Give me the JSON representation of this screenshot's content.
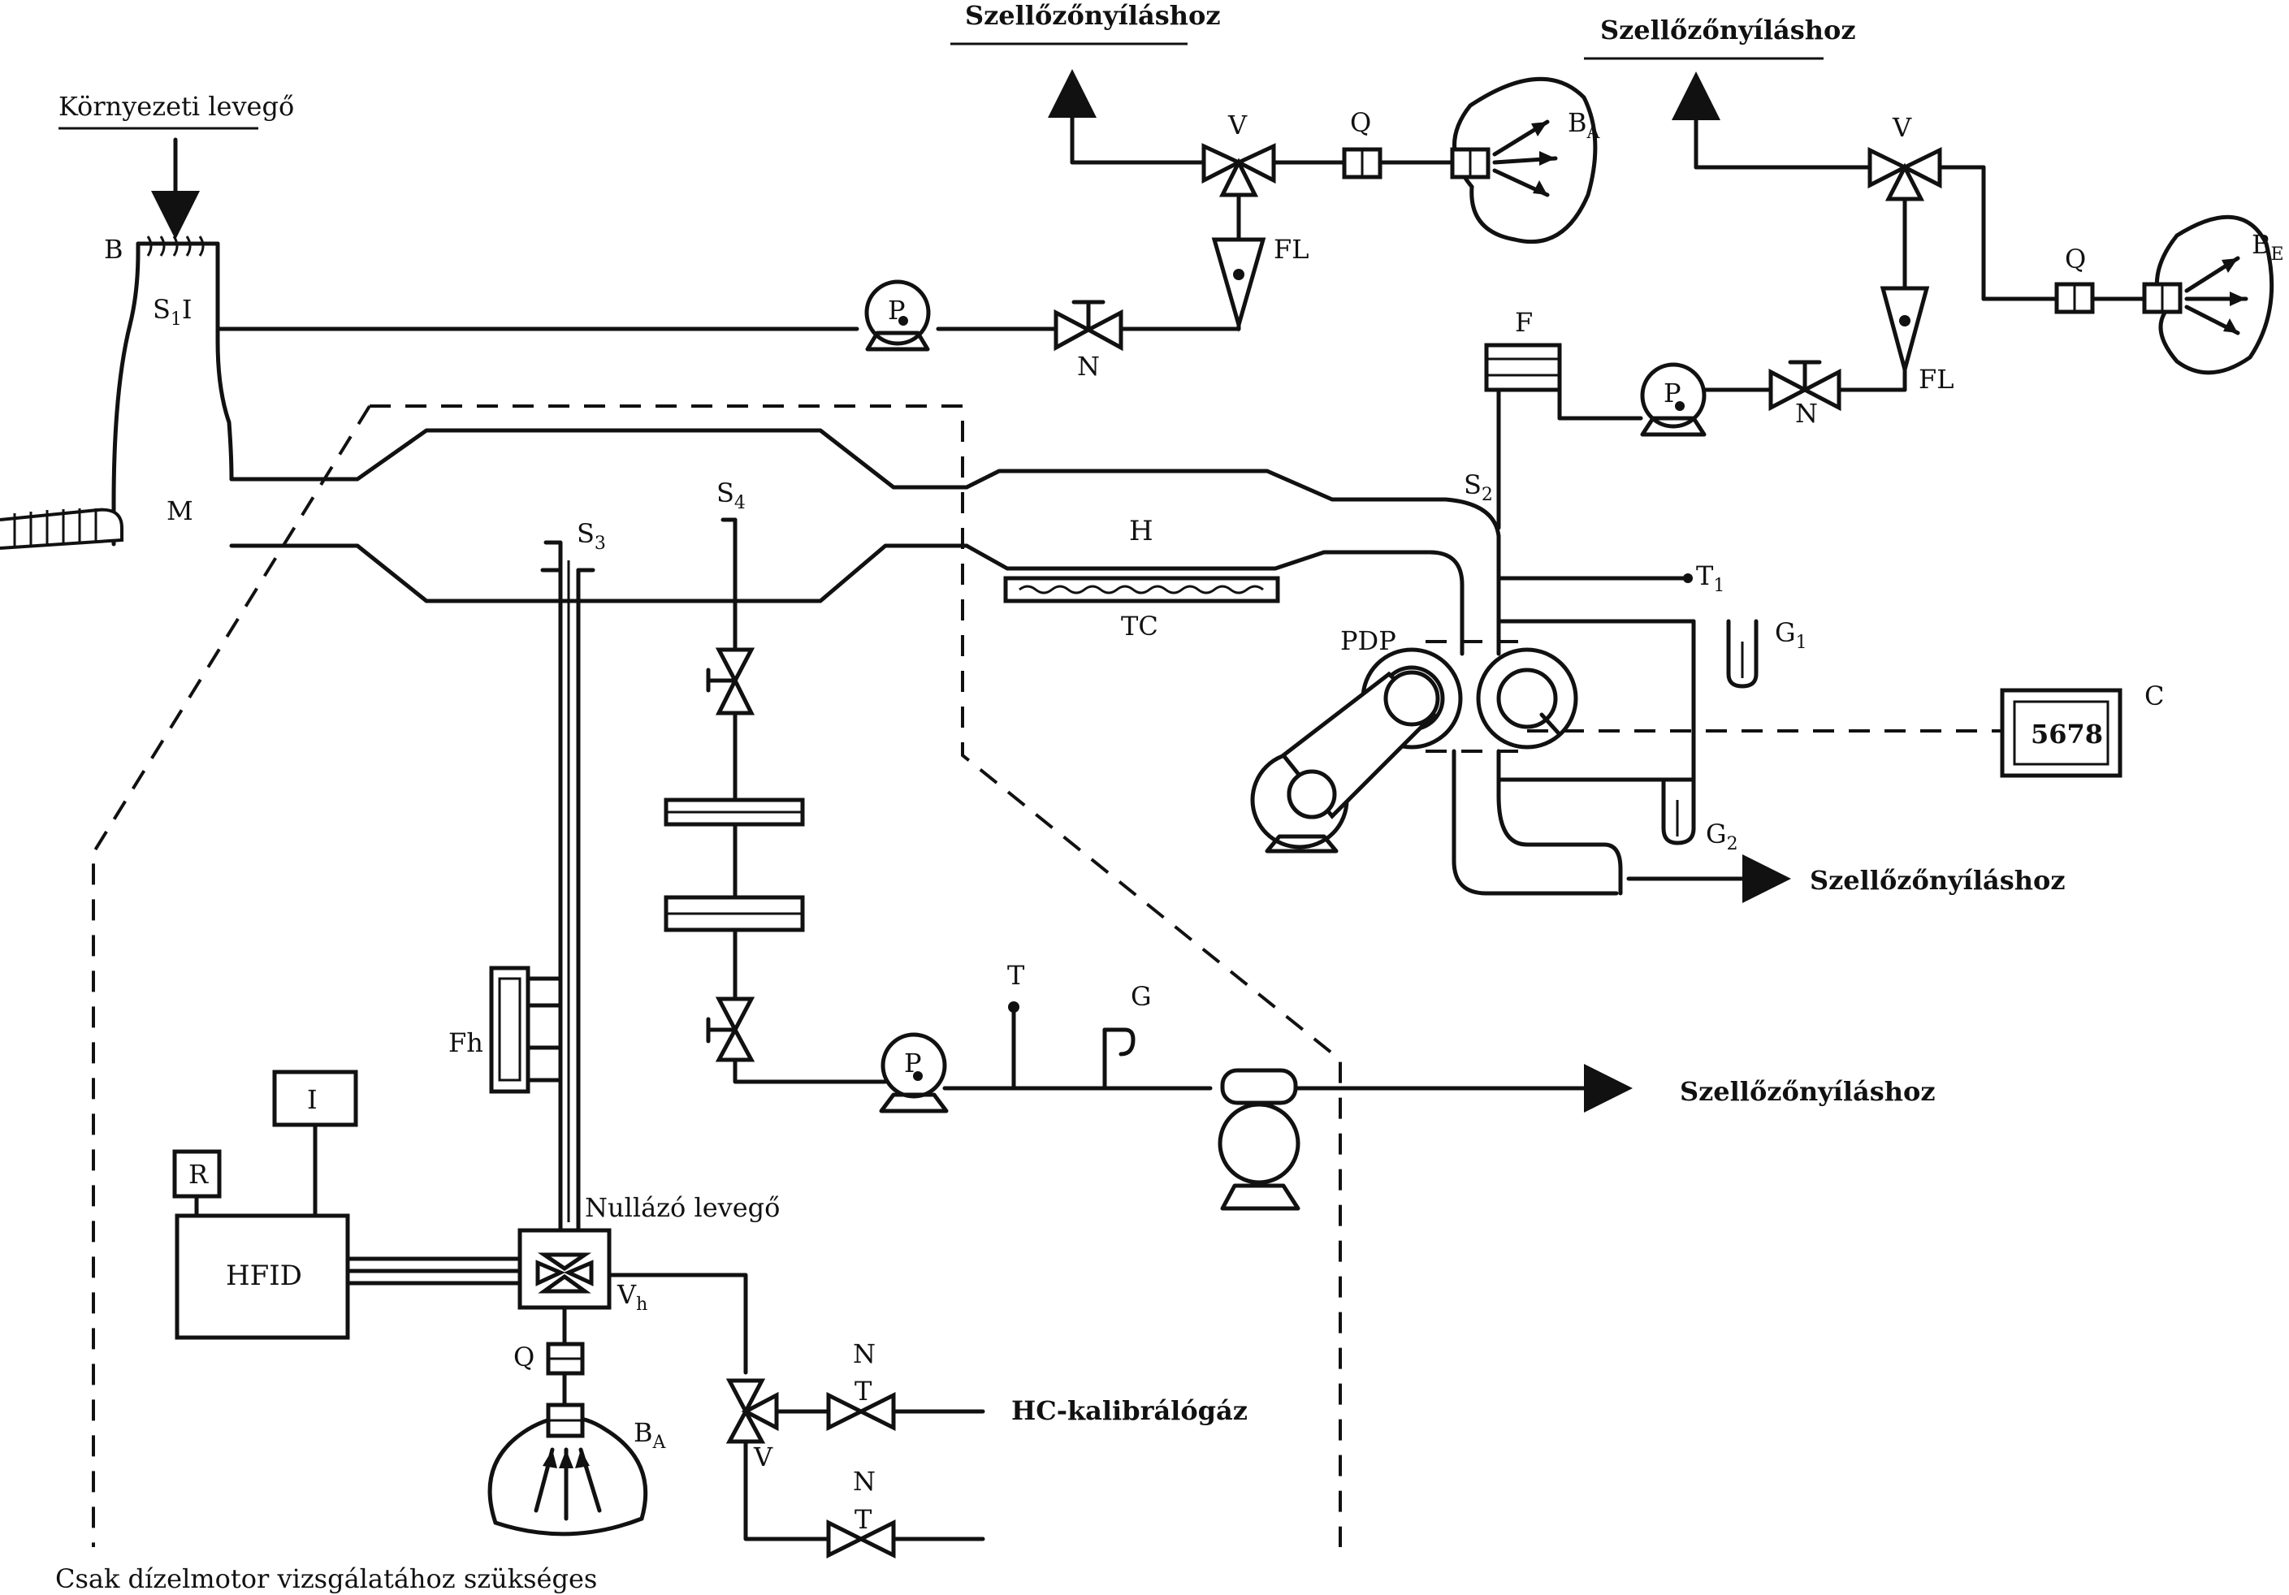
{
  "labels": {
    "env_air": "Környezeti levegő",
    "vent_top_left": "Szellőzőnyíláshoz",
    "vent_top_right": "Szellőzőnyíláshoz",
    "vent_mid": "Szellőzőnyíláshoz",
    "vent_bottom": "Szellőzőnyíláshoz",
    "B": "B",
    "S1I": "S",
    "S1I_sub": "1",
    "S1I_tail": "I",
    "M": "M",
    "P1": "P",
    "P2": "P",
    "P3": "P",
    "N1": "N",
    "N2": "N",
    "FL1": "FL",
    "FL2": "FL",
    "V1": "V",
    "V2": "V",
    "Q1": "Q",
    "Q2": "Q",
    "BA_top": "B",
    "BA_top_sub": "A",
    "BE": "B",
    "BE_sub": "E",
    "F": "F",
    "S2": "S",
    "S2_sub": "2",
    "S3": "S",
    "S3_sub": "3",
    "S4": "S",
    "S4_sub": "4",
    "H": "H",
    "TC": "TC",
    "T1": "T",
    "T1_sub": "1",
    "G1": "G",
    "G1_sub": "1",
    "G2": "G",
    "G2_sub": "2",
    "PDP": "PDP",
    "C": "C",
    "counter": "5678",
    "T": "T",
    "G": "G",
    "Fh": "Fh",
    "R": "R",
    "I": "I",
    "HFID": "HFID",
    "zero_air": "Nullázó levegő",
    "Vh": "V",
    "Vh_sub": "h",
    "Q3": "Q",
    "BA_bottom": "B",
    "BA_bottom_sub": "A",
    "V3": "V",
    "N3": "N",
    "T3": "T",
    "N4": "N",
    "T4": "T",
    "hc_cal": "HC-kalibrálógáz",
    "diesel_only": "Csak dízelmotor vizsgálatához szükséges"
  }
}
